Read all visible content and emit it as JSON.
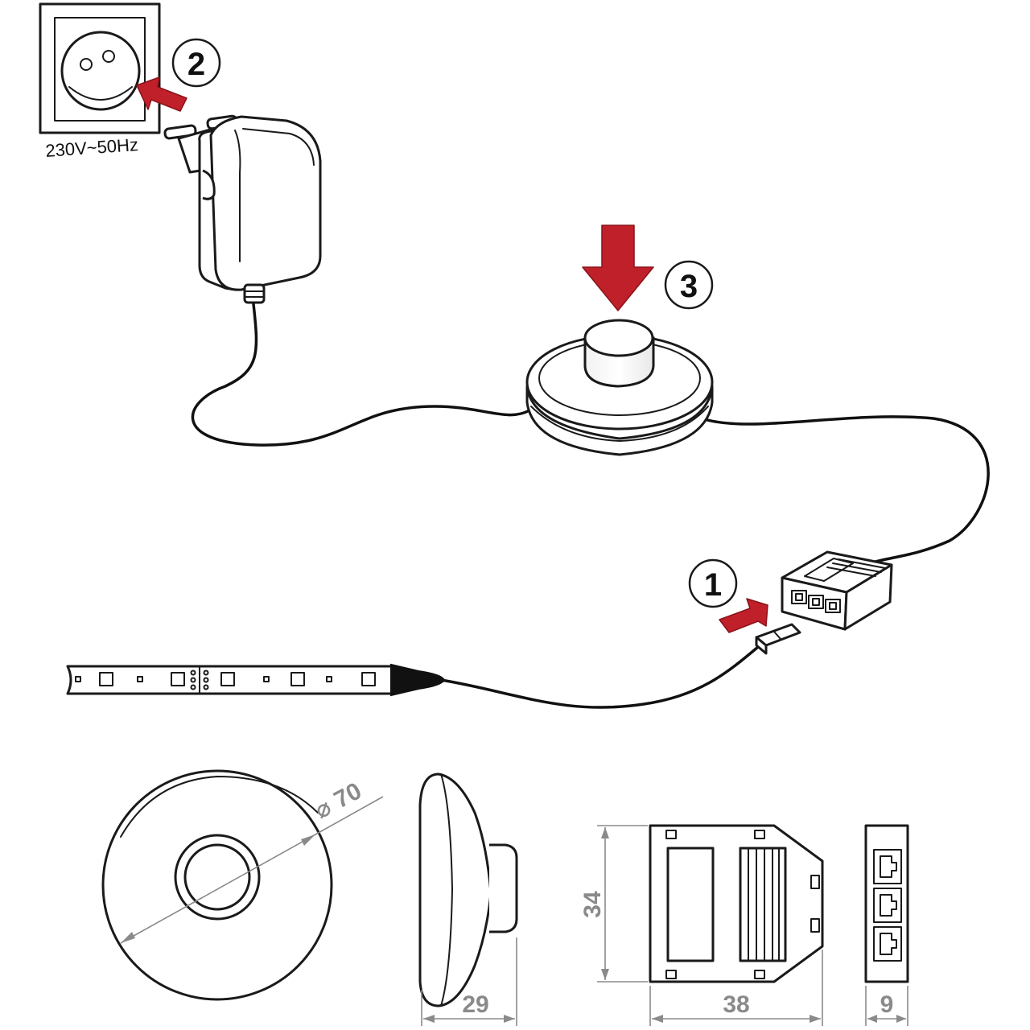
{
  "diagram": {
    "voltage_label": "230V~50Hz",
    "steps": [
      {
        "number": "1",
        "target": "strip-connector-to-distributor"
      },
      {
        "number": "2",
        "target": "adapter-to-socket"
      },
      {
        "number": "3",
        "target": "foot-switch-press"
      }
    ],
    "dimensions": {
      "switch_diameter": "70",
      "switch_height": "29",
      "distributor_height": "34",
      "distributor_width": "38",
      "distributor_depth": "9"
    },
    "diameter_symbol": "⌀",
    "colors": {
      "arrow": "#c0202a",
      "line": "#1a1a1a",
      "dimension": "#8a8a8a"
    }
  }
}
